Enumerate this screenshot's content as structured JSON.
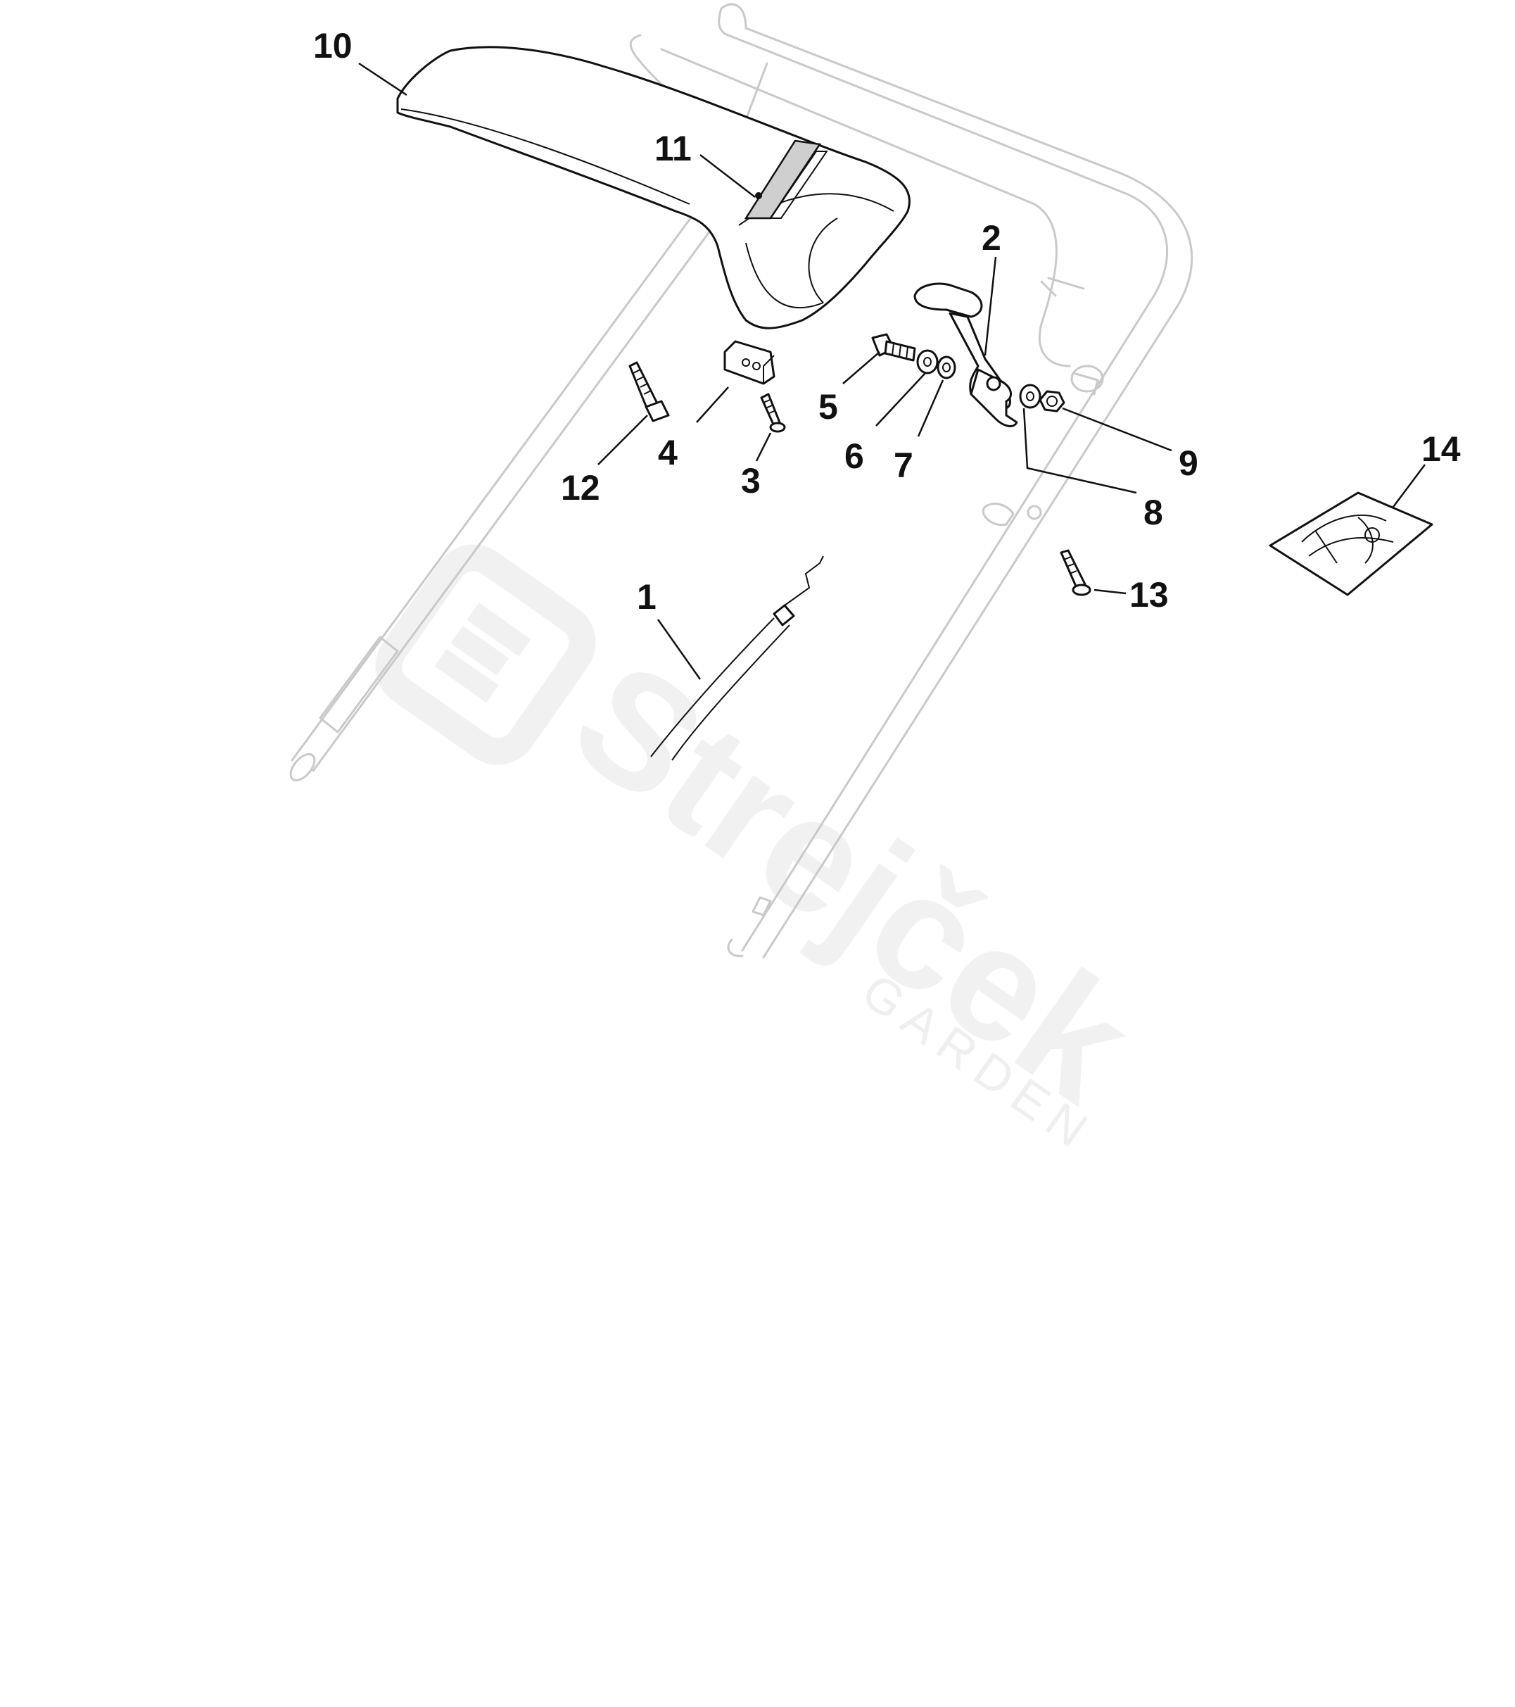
{
  "watermark": {
    "brand": "Strejček",
    "sub": "GARDEN"
  },
  "callouts": [
    {
      "id": "1",
      "label": "1"
    },
    {
      "id": "2",
      "label": "2"
    },
    {
      "id": "3",
      "label": "3"
    },
    {
      "id": "4",
      "label": "4"
    },
    {
      "id": "5",
      "label": "5"
    },
    {
      "id": "6",
      "label": "6"
    },
    {
      "id": "7",
      "label": "7"
    },
    {
      "id": "8",
      "label": "8"
    },
    {
      "id": "9",
      "label": "9"
    },
    {
      "id": "10",
      "label": "10"
    },
    {
      "id": "11",
      "label": "11"
    },
    {
      "id": "12",
      "label": "12"
    },
    {
      "id": "13",
      "label": "13"
    },
    {
      "id": "14",
      "label": "14"
    }
  ]
}
